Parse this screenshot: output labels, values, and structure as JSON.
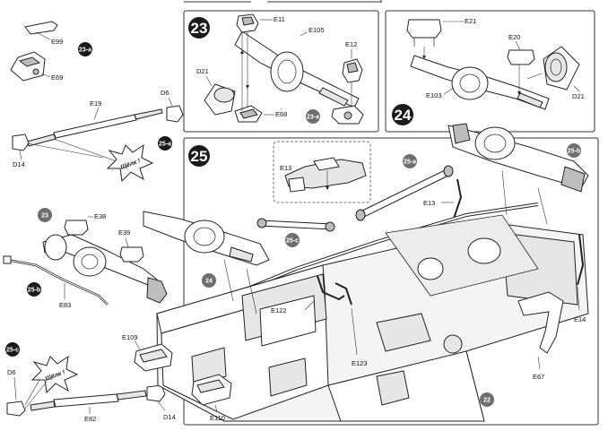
{
  "steps": {
    "s23": "23",
    "s24": "24",
    "s25": "25"
  },
  "refs": {
    "r23a": "23-a",
    "r25a": "25-a",
    "r25b": "25-b",
    "r25c": "25-c",
    "r23": "23",
    "r24": "24",
    "r22": "22"
  },
  "snap_text": "Щёлк !",
  "labels": {
    "E99": "E99",
    "E69": "E69",
    "E19": "E19",
    "D6": "D6",
    "D14": "D14",
    "E38": "E38",
    "E39": "E39",
    "E83": "E83",
    "E82": "E82",
    "E109": "E109",
    "E110": "E110",
    "E11": "E11",
    "E105": "E105",
    "E12": "E12",
    "D21": "D21",
    "E68": "E68",
    "E21": "E21",
    "E20": "E20",
    "E103": "E103",
    "E13": "E13",
    "E122": "E122",
    "E123": "E123",
    "E67": "E67",
    "E14": "E14"
  },
  "colors": {
    "badge": "#1a1a1a",
    "grey_badge": "#6e6e6e",
    "line": "#222222",
    "fill_light": "#e6e6e6"
  }
}
